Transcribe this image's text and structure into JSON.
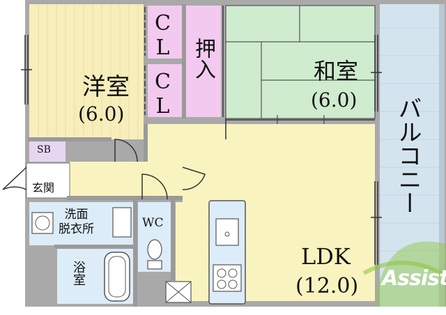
{
  "rooms": {
    "western": {
      "name": "洋室",
      "size": "(6.0)"
    },
    "japanese": {
      "name": "和室",
      "size": "(6.0)"
    },
    "ldk": {
      "name": "LDK",
      "size": "(12.0)"
    },
    "closet_1": "CL",
    "closet_2": "CL",
    "oshiire": "押入",
    "balcony": "バルコニー",
    "shoe_box": "SB",
    "entrance": "玄関",
    "washroom": "洗面\n脱衣所",
    "bath": "浴室",
    "toilet": "WC"
  },
  "watermark": "Assist",
  "colors": {
    "western_floor": "#f7eebc",
    "tatami": "#cfeccf",
    "ldk_floor": "#f9f4bf",
    "closet": "#f4c9ef",
    "balcony": "#d4e4ef",
    "wet_area": "#dcecf8",
    "shoe_box": "#e6d6f0",
    "wall": "#a7a7a7",
    "watermark_green": "#8cc63f"
  }
}
